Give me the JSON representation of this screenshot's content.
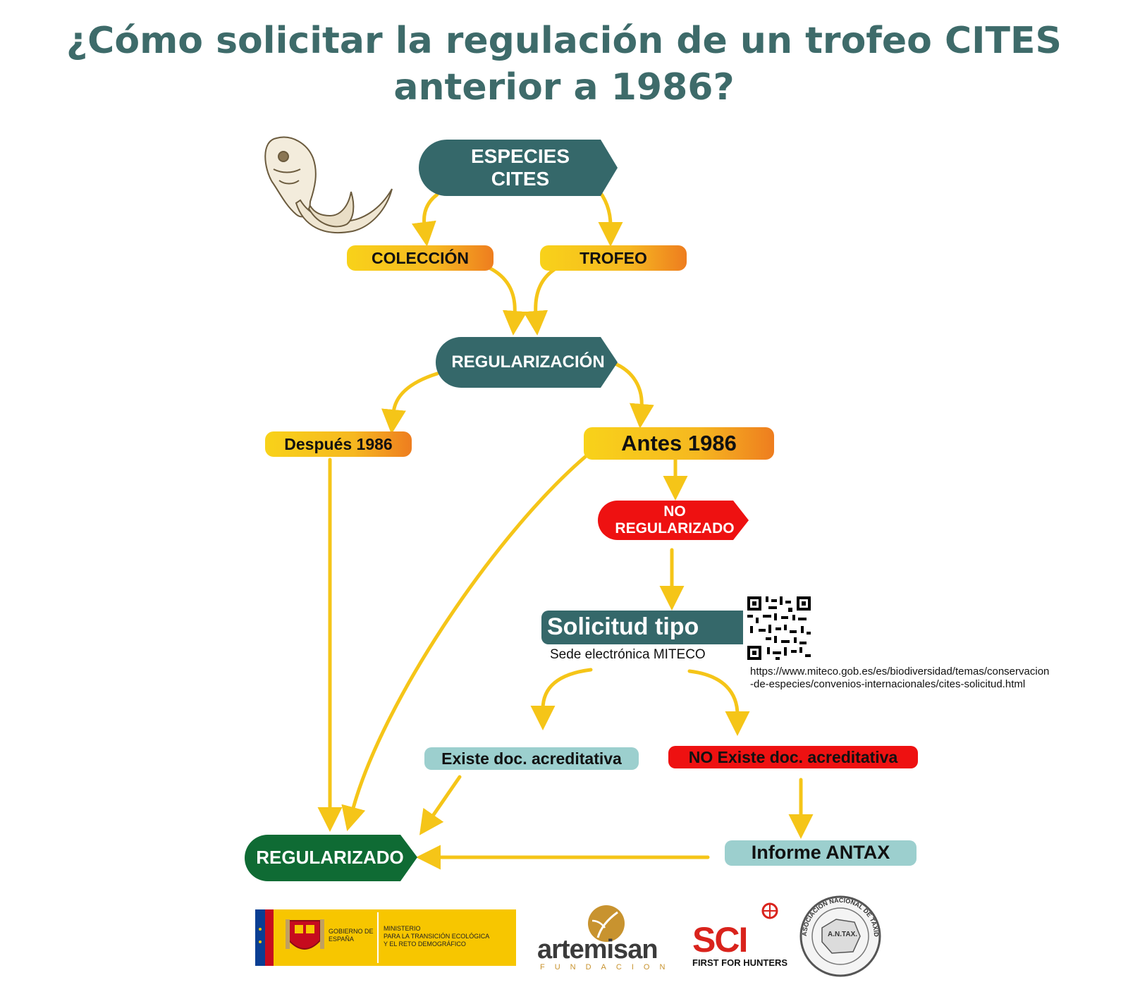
{
  "title": {
    "line1": "¿Cómo solicitar la regulación de un trofeo CITES",
    "line2": "anterior a 1986?"
  },
  "nodes": {
    "especies": "ESPECIES CITES",
    "coleccion": "COLECCIÓN",
    "trofeo": "TROFEO",
    "regularizacion": "REGULARIZACIÓN",
    "despues": "Después 1986",
    "antes": "Antes 1986",
    "no_regularizado": "NO REGULARIZADO",
    "solicitud": "Solicitud tipo",
    "sede": "Sede electrónica MITECO",
    "url_line1": "https://www.miteco.gob.es/es/biodiversidad/temas/conservacion",
    "url_line2": "-de-especies/convenios-internacionales/cites-solicitud.html",
    "existe": "Existe doc. acreditativa",
    "no_existe": "NO Existe doc. acreditativa",
    "informe": "Informe ANTAX",
    "regularizado": "REGULARIZADO"
  },
  "logos": {
    "gobierno": "GOBIERNO DE ESPAÑA",
    "ministerio_1": "MINISTERIO",
    "ministerio_2": "PARA LA TRANSICIÓN ECOLÓGICA",
    "ministerio_3": "Y EL RETO DEMOGRÁFICO",
    "artemisan": "artemisan",
    "fundacion": "FUNDACION",
    "sci": "SCI",
    "sci_tagline": "FIRST FOR HUNTERS",
    "antax_ring": "ASOCIACION NACIONAL DE TAXIDERMISTAS",
    "antax_center": "A.N.TAX."
  },
  "colors": {
    "teal": "#35686a",
    "arrow": "#f5c518",
    "red": "#ee1111",
    "green": "#0f6b34",
    "light_teal": "#9ccfce",
    "title": "#3e6b6a"
  }
}
